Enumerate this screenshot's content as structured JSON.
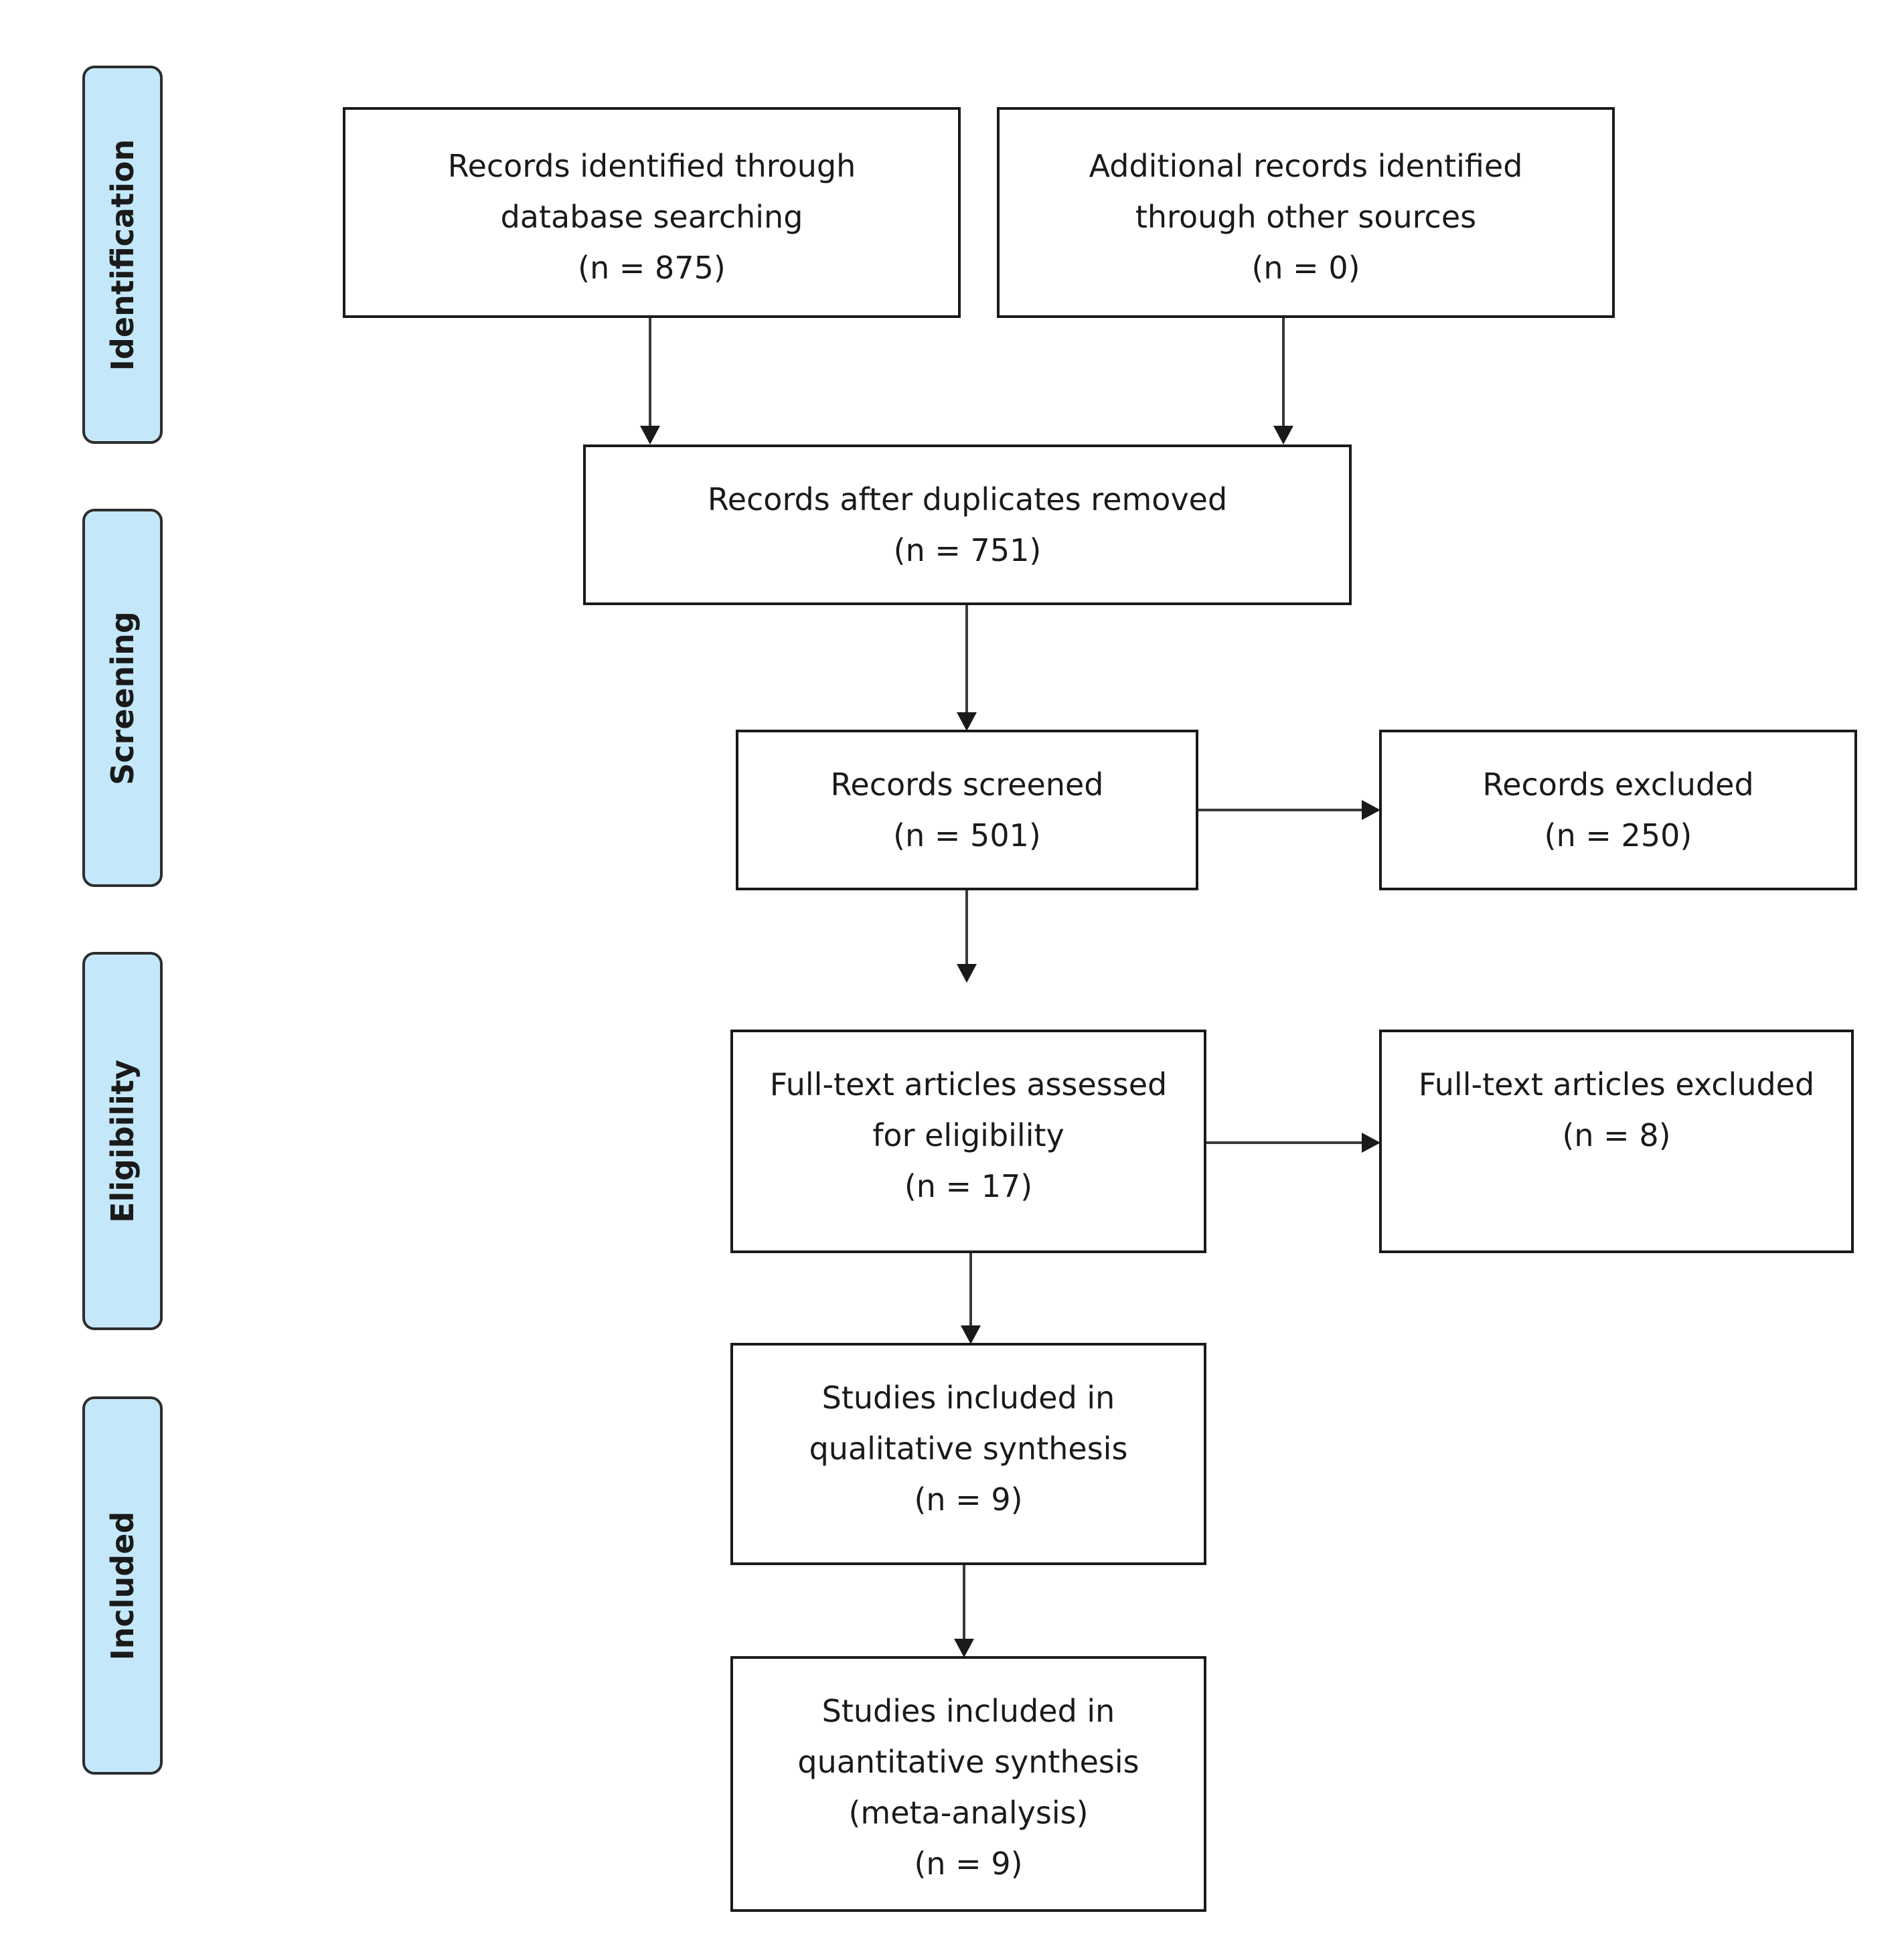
{
  "phases": {
    "identification": "Identification",
    "screening": "Screening",
    "eligibility": "Eligibility",
    "included": "Included"
  },
  "boxes": {
    "database_search": {
      "lines": [
        "Records identified through",
        "database searching",
        "(n = 875)"
      ]
    },
    "other_sources": {
      "lines": [
        "Additional records identified",
        "through other sources",
        "(n = 0)"
      ]
    },
    "duplicates_removed": {
      "lines": [
        "Records after duplicates removed",
        "(n = 751)"
      ]
    },
    "screened": {
      "lines": [
        "Records screened",
        "(n = 501)"
      ]
    },
    "excluded": {
      "lines": [
        "Records excluded",
        "(n = 250)"
      ]
    },
    "fulltext_assessed": {
      "lines": [
        "Full-text articles assessed",
        "for eligibility",
        "(n = 17)"
      ]
    },
    "fulltext_excluded": {
      "lines": [
        "Full-text articles excluded",
        "(n = 8)"
      ]
    },
    "qualitative": {
      "lines": [
        "Studies included in",
        "qualitative synthesis",
        "(n = 9)"
      ]
    },
    "quantitative": {
      "lines": [
        "Studies included in",
        "quantitative synthesis",
        "(meta-analysis)",
        "(n = 9)"
      ]
    }
  }
}
